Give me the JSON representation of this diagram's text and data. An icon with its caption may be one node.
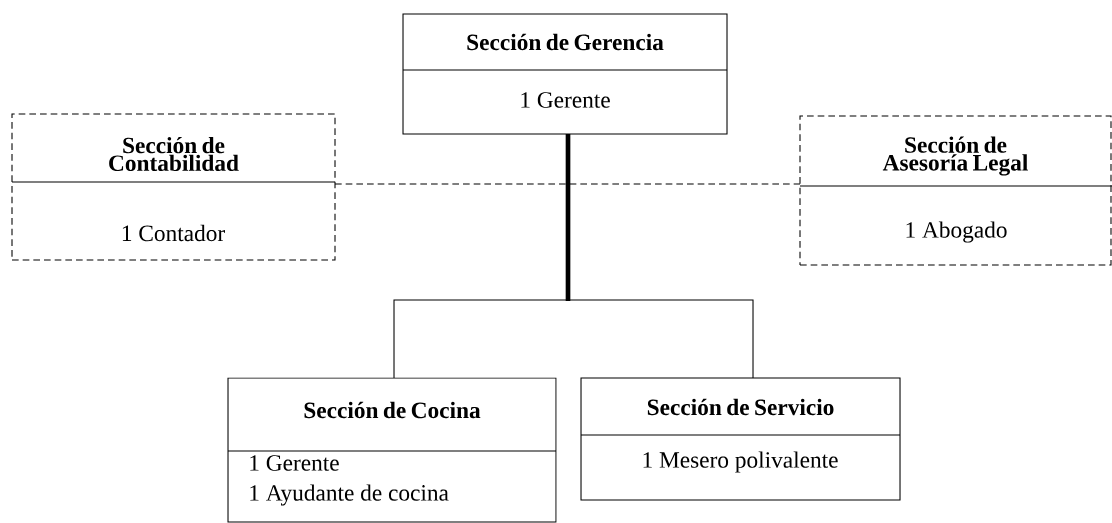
{
  "diagram": {
    "nodes": [
      {
        "text": [
          "Sección de Gerencia",
          "1 Gerente"
        ]
      },
      {
        "text": [
          "Sección de Contabilidad",
          "1 Contador"
        ]
      },
      {
        "text": [
          "Sección de Asesoría Legal",
          "1 Abogado"
        ]
      },
      {
        "text": [
          "Sección de Cocina",
          "1 Gerente",
          "1 Ayudante de cocina"
        ]
      },
      {
        "text": [
          "Sección de Servicio",
          "1 Mesero polivalente"
        ]
      }
    ],
    "edges": [
      {
        "from": 1,
        "to": 2,
        "arrow": "none",
        "style": "dashed"
      },
      {
        "from": 0,
        "to": 3,
        "arrow": "none"
      },
      {
        "from": 0,
        "to": 4,
        "arrow": "none"
      }
    ]
  }
}
